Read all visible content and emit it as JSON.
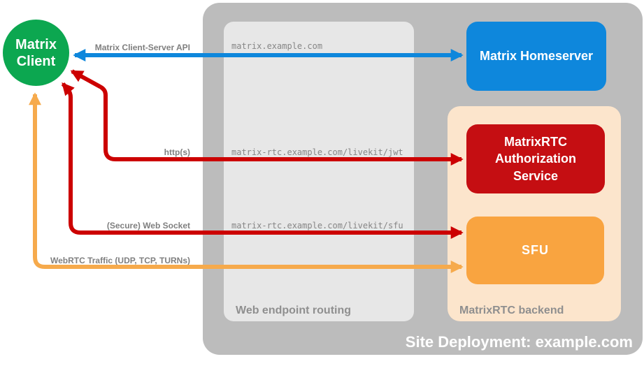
{
  "colors": {
    "client_green": "#0ca750",
    "homeserver_blue": "#0e87dc",
    "auth_red": "#c50e12",
    "sfu_orange": "#f9a440",
    "backend_peach": "#fce5cc",
    "outer_gray": "#bcbcbc",
    "routing_gray": "#e7e7e7",
    "arrow_blue": "#0e87dc",
    "arrow_red": "#cc0000",
    "arrow_orange": "#f6aa4c",
    "label_gray": "#7f7f7f"
  },
  "nodes": {
    "client": "Matrix Client",
    "homeserver": "Matrix Homeserver",
    "auth_service": "MatrixRTC Authorization Service",
    "sfu": "SFU"
  },
  "panels": {
    "web_endpoint_routing": "Web endpoint routing",
    "matrixrtc_backend": "MatrixRTC backend",
    "site_deployment": "Site Deployment: example.com"
  },
  "routes": [
    "matrix.example.com",
    "matrix-rtc.example.com/livekit/jwt",
    "matrix-rtc.example.com/livekit/sfu"
  ],
  "connections": [
    {
      "label": "Matrix Client-Server API",
      "from": "Matrix Client",
      "to": "Matrix Homeserver",
      "bidirectional": true
    },
    {
      "label": "http(s)",
      "from": "Matrix Client",
      "to": "MatrixRTC Authorization Service",
      "bidirectional": true
    },
    {
      "label": "(Secure) Web Socket",
      "from": "Matrix Client",
      "to": "SFU",
      "bidirectional": true
    },
    {
      "label": "WebRTC Traffic (UDP, TCP, TURNs)",
      "from": "Matrix Client",
      "to": "SFU",
      "bidirectional": true
    }
  ]
}
